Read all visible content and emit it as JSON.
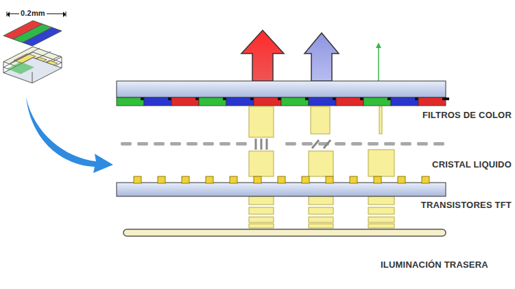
{
  "diagram": {
    "labels": [
      "0.2mm",
      "FILTROS DE COLOR",
      "CRISTAL LIQUIDO",
      "TRANSISTORES TFT",
      "ILUMINACIÓN TRASERA"
    ]
  }
}
